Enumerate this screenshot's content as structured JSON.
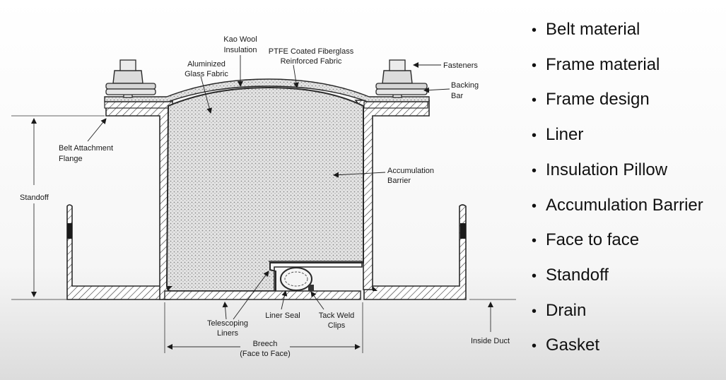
{
  "labels": {
    "kao_wool": [
      "Kao Wool",
      "Insulation"
    ],
    "ptfe": [
      "PTFE Coated Fiberglass",
      "Reinforced Fabric"
    ],
    "aluminized": [
      "Aluminized",
      "Glass Fabric"
    ],
    "fasteners": "Fasteners",
    "backing_bar": [
      "Backing",
      "Bar"
    ],
    "belt_flange": [
      "Belt Attachment",
      "Flange"
    ],
    "accumulation": [
      "Accumulation",
      "Barrier"
    ],
    "standoff": "Standoff",
    "telescoping": [
      "Telescoping",
      "Liners"
    ],
    "liner_seal": "Liner Seal",
    "tack_weld": [
      "Tack Weld",
      "Clips"
    ],
    "breech": [
      "Breech",
      "(Face to Face)"
    ],
    "inside_duct": "Inside Duct"
  },
  "bullets": [
    "Belt material",
    "Frame material",
    "Frame design",
    "Liner",
    "Insulation Pillow",
    "Accumulation Barrier",
    "Face to face",
    "Standoff",
    "Drain",
    "Gasket"
  ],
  "bullet_symbol": "•"
}
